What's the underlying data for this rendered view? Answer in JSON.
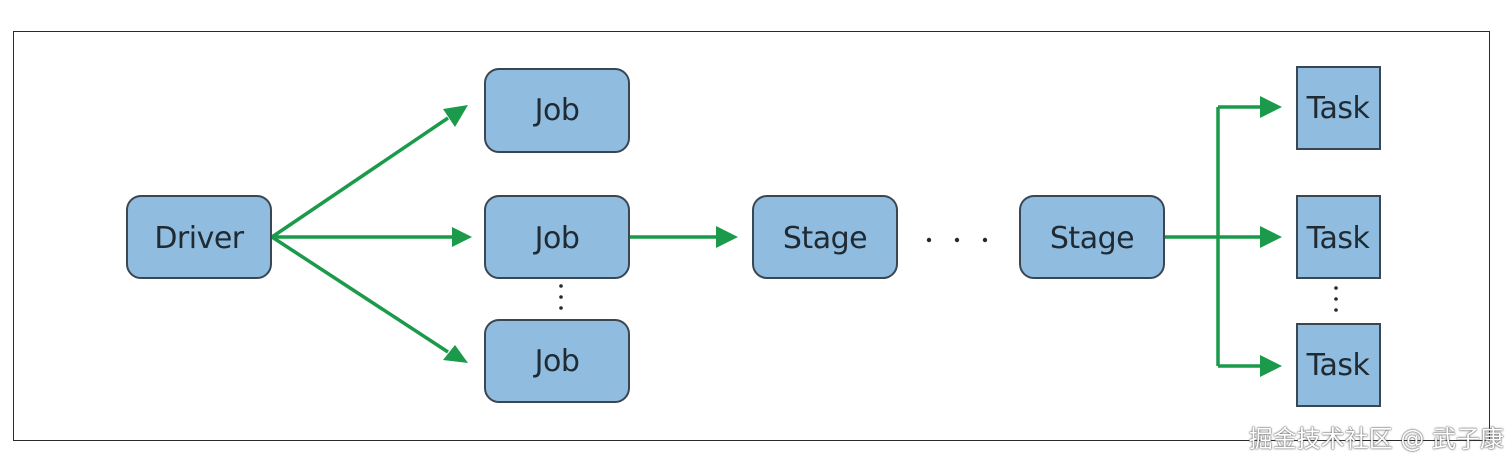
{
  "nodes": {
    "driver": "Driver",
    "job_1": "Job",
    "job_2": "Job",
    "job_3": "Job",
    "stage_1": "Stage",
    "stage_2": "Stage",
    "task_1": "Task",
    "task_2": "Task",
    "task_3": "Task"
  },
  "colors": {
    "node_fill": "#8fbcdf",
    "node_stroke": "#3a4652",
    "arrow": "#1a9a4a"
  },
  "watermark": "掘金技术社区 @ 武子康"
}
